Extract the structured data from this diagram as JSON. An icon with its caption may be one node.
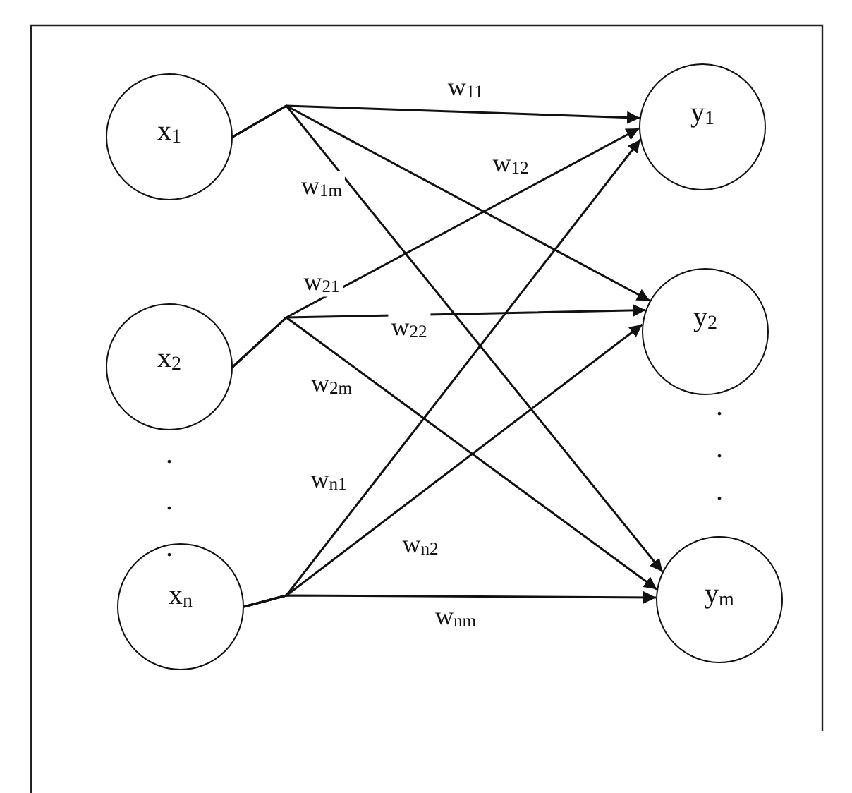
{
  "diagram": {
    "nodes": [
      {
        "text": [
          "x$_{1}$"
        ]
      },
      {
        "text": [
          "x$_{2}$"
        ]
      },
      {
        "text": [
          "x$_{n}$"
        ]
      },
      {
        "text": [
          "y$_{1}$"
        ]
      },
      {
        "text": [
          "y$_{2}$"
        ]
      },
      {
        "text": [
          "y$_{m}$"
        ]
      }
    ],
    "edges": [
      {
        "from": 0,
        "to": 3,
        "arrow": "to",
        "label": "w$_{11}$"
      },
      {
        "from": 0,
        "to": 4,
        "arrow": "to",
        "label": "w$_{12}$"
      },
      {
        "from": 0,
        "to": 5,
        "arrow": "to",
        "label": "w$_{1m}$"
      },
      {
        "from": 1,
        "to": 3,
        "arrow": "to",
        "label": "w$_{21}$"
      },
      {
        "from": 1,
        "to": 4,
        "arrow": "to",
        "label": "w$_{22}$"
      },
      {
        "from": 1,
        "to": 5,
        "arrow": "to",
        "label": "w$_{2m}$"
      },
      {
        "from": 2,
        "to": 3,
        "arrow": "to",
        "label": "w$_{n1}$"
      },
      {
        "from": 2,
        "to": 4,
        "arrow": "to",
        "label": "w$_{n2}$"
      },
      {
        "from": 2,
        "to": 5,
        "arrow": "to",
        "label": "w$_{nm}$"
      }
    ],
    "labels": [
      ".",
      ".",
      ".",
      ".",
      ".",
      "."
    ]
  }
}
